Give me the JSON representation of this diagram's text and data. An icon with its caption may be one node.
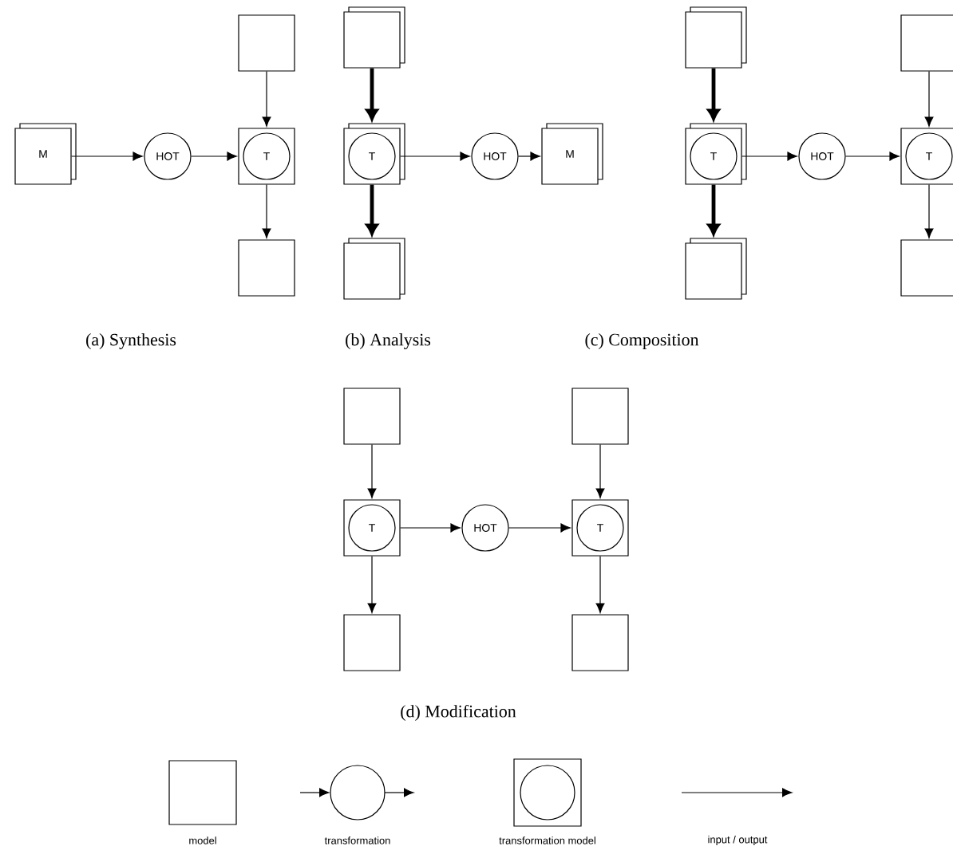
{
  "diagram": {
    "nodes": [
      {
        "text": [],
        "shape": "box"
      },
      {
        "text": [
          "M"
        ]
      },
      {
        "text": [
          "HOT"
        ]
      },
      {
        "text": [],
        "shape": "box"
      },
      {
        "text": [
          "T"
        ],
        "in": 3
      },
      {
        "text": [],
        "shape": "box"
      },
      {
        "text": [],
        "shape": "stack"
      },
      {
        "text": [],
        "shape": "stack"
      },
      {
        "text": [
          "T"
        ],
        "in": 7
      },
      {
        "text": [
          "HOT"
        ]
      },
      {
        "text": [
          "M"
        ]
      },
      {
        "text": [],
        "shape": "stack"
      },
      {
        "text": [],
        "shape": "stack"
      },
      {
        "text": [],
        "shape": "box"
      },
      {
        "text": [],
        "shape": "stack"
      },
      {
        "text": [
          "T"
        ],
        "in": 14
      },
      {
        "text": [
          "HOT"
        ]
      },
      {
        "text": [],
        "shape": "box"
      },
      {
        "text": [
          "T"
        ],
        "in": 17
      },
      {
        "text": [],
        "shape": "stack"
      },
      {
        "text": [],
        "shape": "box"
      },
      {
        "text": [],
        "shape": "box"
      },
      {
        "text": [],
        "shape": "box"
      },
      {
        "text": [],
        "shape": "box"
      },
      {
        "text": [
          "T"
        ],
        "in": 23
      },
      {
        "text": [
          "HOT"
        ]
      },
      {
        "text": [],
        "shape": "box"
      },
      {
        "text": [
          "T"
        ],
        "in": 26
      },
      {
        "text": [],
        "shape": "box"
      },
      {
        "text": [],
        "shape": "box"
      }
    ],
    "edges": [
      {
        "from": 1,
        "to": 2,
        "arrow": "to"
      },
      {
        "from": 2,
        "to": 3,
        "arrow": "to"
      },
      {
        "from": 0,
        "to": 3,
        "arrow": "to"
      },
      {
        "from": 3,
        "to": 5,
        "arrow": "to"
      },
      {
        "from": 6,
        "to": 7,
        "arrow": "to",
        "style": "thick"
      },
      {
        "from": 7,
        "to": 9,
        "arrow": "to"
      },
      {
        "from": 9,
        "to": 10,
        "arrow": "to"
      },
      {
        "from": 7,
        "to": 11,
        "arrow": "to",
        "style": "thick"
      },
      {
        "from": 12,
        "to": 14,
        "arrow": "to",
        "style": "thick"
      },
      {
        "from": 14,
        "to": 16,
        "arrow": "to"
      },
      {
        "from": 16,
        "to": 17,
        "arrow": "to"
      },
      {
        "from": 13,
        "to": 17,
        "arrow": "to"
      },
      {
        "from": 14,
        "to": 19,
        "arrow": "to",
        "style": "thick"
      },
      {
        "from": 17,
        "to": 20,
        "arrow": "to"
      },
      {
        "from": 21,
        "to": 23,
        "arrow": "to"
      },
      {
        "from": 22,
        "to": 26,
        "arrow": "to"
      },
      {
        "from": 23,
        "to": 25,
        "arrow": "to"
      },
      {
        "from": 25,
        "to": 26,
        "arrow": "to"
      },
      {
        "from": 23,
        "to": 28,
        "arrow": "to"
      },
      {
        "from": 26,
        "to": 29,
        "arrow": "to"
      }
    ],
    "labels": [
      "(a) Synthesis",
      "(b) Analysis",
      "(c) Composition",
      "(d) Modification"
    ],
    "legend": [
      {
        "text": "model"
      },
      {
        "text": "transformation"
      },
      {
        "text": "transformation model"
      },
      {
        "text": "input / output"
      }
    ]
  }
}
